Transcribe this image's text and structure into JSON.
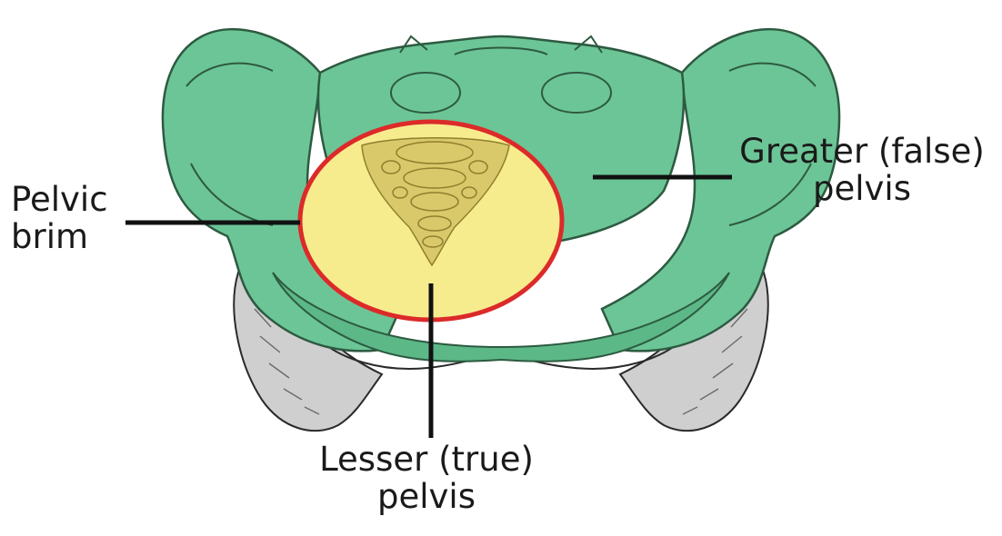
{
  "labels": {
    "pelvic_brim": [
      "Pelvic",
      "brim"
    ],
    "greater_pelvis": [
      "Greater (false)",
      "pelvis"
    ],
    "lesser_pelvis": [
      "Lesser (true)",
      "pelvis"
    ]
  },
  "colors": {
    "greater_pelvis_fill": "#6cc596",
    "lesser_pelvis_fill": "#f6ec8e",
    "pelvic_brim_outline": "#dc2a2a",
    "pubic_bone_shading": "#c9c9c9",
    "leader_lines": "#111111"
  }
}
